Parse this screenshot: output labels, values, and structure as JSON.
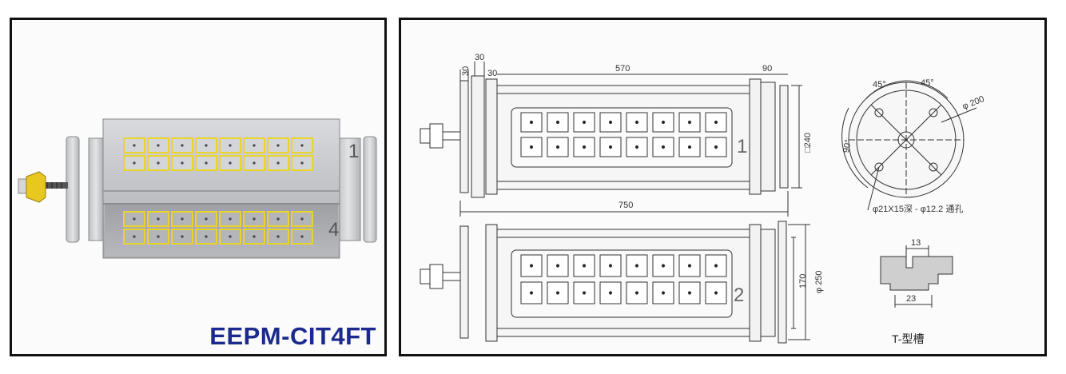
{
  "product": {
    "model": "EEPM-CIT4FT",
    "face_numbers": [
      "1",
      "4"
    ]
  },
  "drawing": {
    "dimensions": {
      "end_thickness_a": "30",
      "end_thickness_b": "30",
      "end_thickness_c": "30",
      "body_length": "570",
      "cap_length": "90",
      "total_length": "750",
      "square_size": "□240",
      "diameter_200": "φ 200",
      "angle_left": "45°",
      "angle_right": "45°",
      "angle_side": "90°",
      "hole_note": "φ21X15深 - φ12.2 通孔",
      "height_170": "170",
      "diameter_250": "φ 250",
      "slot_top": "13",
      "slot_bottom": "23"
    },
    "face_numbers": [
      "1",
      "2"
    ],
    "slot_caption": "T-型槽"
  },
  "colors": {
    "model_text": "#1b2a8c",
    "led_outline": "#e8d42a",
    "body": "#c8c9cc"
  }
}
